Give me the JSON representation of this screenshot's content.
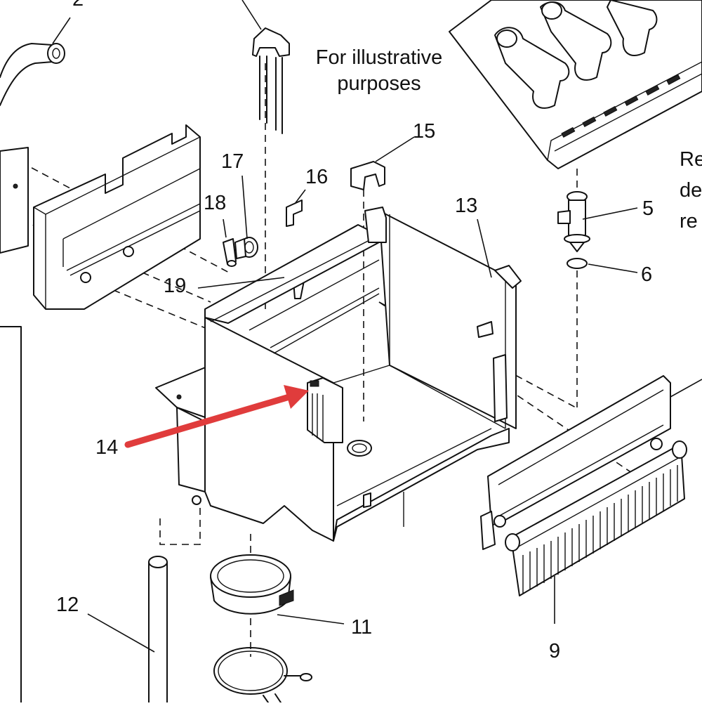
{
  "note": {
    "line1": "For illustrative",
    "line2": "purposes"
  },
  "edge_text": {
    "line1": "Re",
    "line2": "de",
    "line3": "re"
  },
  "callouts": {
    "c2": "2",
    "c5": "5",
    "c6": "6",
    "c9": "9",
    "c11": "11",
    "c12": "12",
    "c13": "13",
    "c14": "14",
    "c15": "15",
    "c16": "16",
    "c17": "17",
    "c18": "18",
    "c19": "19"
  },
  "colors": {
    "highlight_arrow": "#e03c3c",
    "line": "#111111"
  }
}
